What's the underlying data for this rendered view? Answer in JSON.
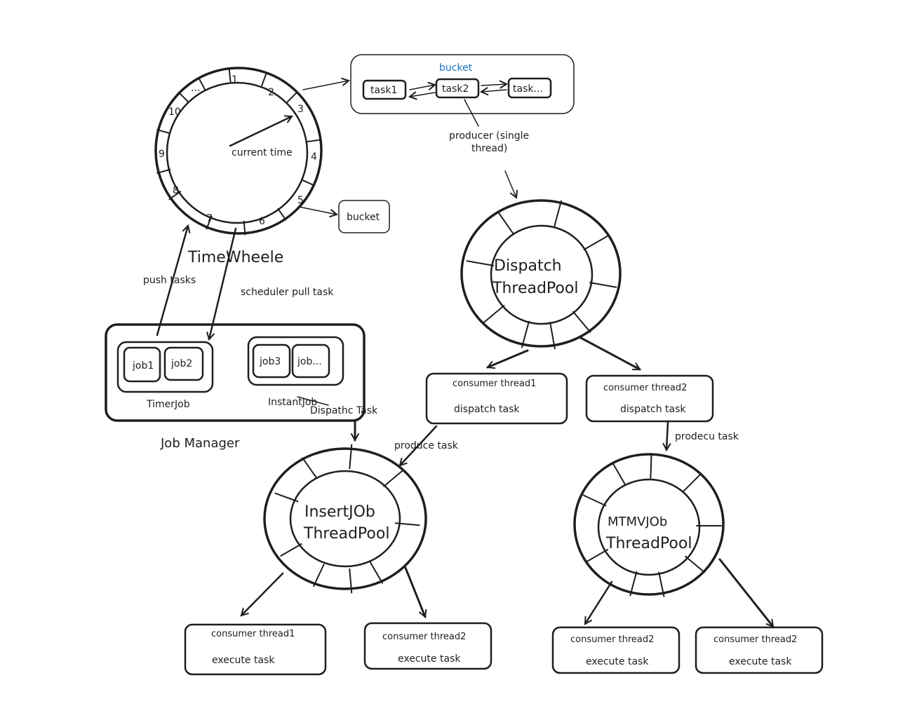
{
  "timewheel": {
    "title": "TimeWheele",
    "center_label": "current time",
    "slots": [
      "1",
      "2",
      "3",
      "4",
      "5",
      "6",
      "7",
      "8",
      "9",
      "10",
      "..."
    ]
  },
  "bucket_top": {
    "title": "bucket",
    "tasks": [
      "task1",
      "task2",
      "task..."
    ]
  },
  "bucket_small": {
    "label": "bucket"
  },
  "producer_note": [
    "producer (single",
    "thread)"
  ],
  "job_manager": {
    "title": "Job Manager",
    "timer_group": {
      "label": "TimerJob",
      "jobs": [
        "job1",
        "job2"
      ]
    },
    "instant_group": {
      "label": "InstantJob",
      "jobs": [
        "job3",
        "job..."
      ]
    }
  },
  "arrow_labels": {
    "push": "push tasks",
    "pull": "scheduler pull task",
    "dispatch": "Dispathc Task",
    "produce": "produce task",
    "prodecu": "prodecu task"
  },
  "pools": {
    "dispatch": [
      "Dispatch",
      "ThreadPool"
    ],
    "insert": [
      "InsertJOb",
      "ThreadPool"
    ],
    "mtmv": [
      "MTMVJOb",
      "ThreadPool"
    ]
  },
  "consumers": [
    {
      "name": "consumer thread1",
      "action": "dispatch task"
    },
    {
      "name": "consumer thread2",
      "action": "dispatch task"
    },
    {
      "name": "consumer thread1",
      "action": "execute task"
    },
    {
      "name": "consumer thread2",
      "action": "execute task"
    },
    {
      "name": "consumer thread2",
      "action": "execute task"
    },
    {
      "name": "consumer thread2",
      "action": "execute task"
    }
  ],
  "colors": {
    "stroke": "#1e1e1e",
    "accent": "#1971c2",
    "background": "#ffffff"
  }
}
